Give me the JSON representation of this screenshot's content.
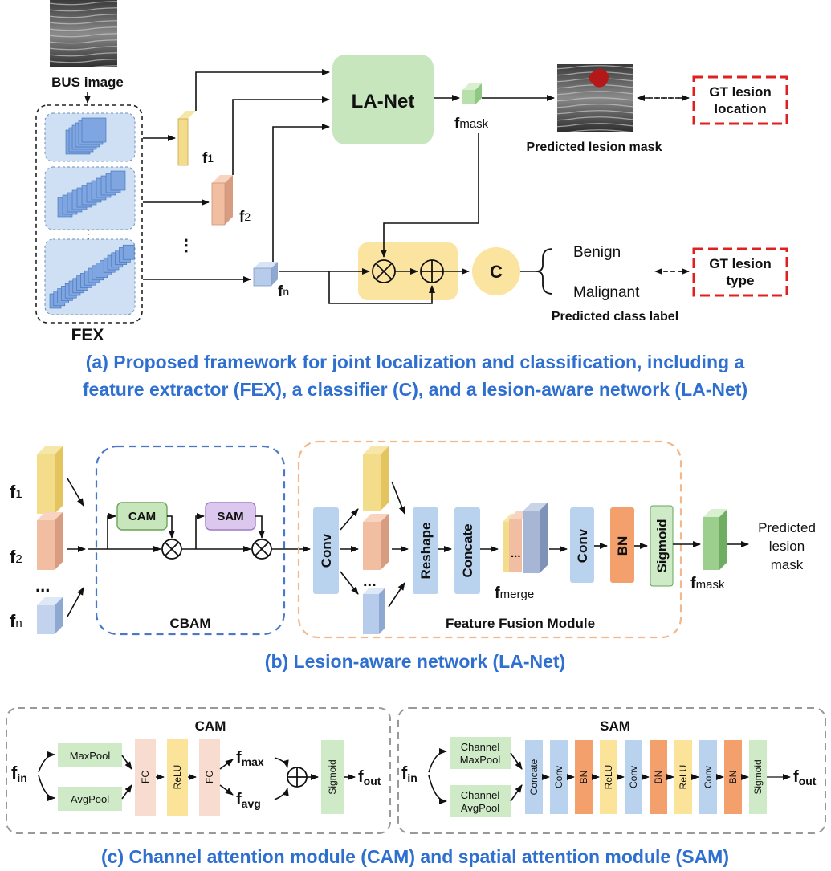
{
  "panel_a": {
    "bus_image_label": "BUS image",
    "fex_label": "FEX",
    "lanet_label": "LA-Net",
    "f1": "f",
    "f1_sub": "1",
    "f2": "f",
    "f2_sub": "2",
    "fn": "f",
    "fn_sub": "n",
    "fmask": "f",
    "fmask_sub": "mask",
    "dots": "⋮",
    "predicted_mask": "Predicted lesion mask",
    "gt_location_l1": "GT lesion",
    "gt_location_l2": "location",
    "classifier": "C",
    "benign": "Benign",
    "malignant": "Malignant",
    "predicted_class": "Predicted class label",
    "gt_type_l1": "GT lesion",
    "gt_type_l2": "type",
    "caption_l1": "(a) Proposed framework for joint localization and classification, including a",
    "caption_l2": "feature extractor (FEX), a classifier (C), and a lesion-aware network (LA-Net)"
  },
  "panel_b": {
    "f1": "f",
    "f1_sub": "1",
    "f2": "f",
    "f2_sub": "2",
    "fn": "f",
    "fn_sub": "n",
    "dots": "...",
    "cam": "CAM",
    "sam": "SAM",
    "cbam": "CBAM",
    "conv1": "Conv",
    "reshape": "Reshape",
    "concate": "Concate",
    "dots2": "...",
    "fmerge": "f",
    "fmerge_sub": "merge",
    "conv2": "Conv",
    "bn": "BN",
    "sigmoid": "Sigmoid",
    "fmask": "f",
    "fmask_sub": "mask",
    "pred_l1": "Predicted",
    "pred_l2": "lesion",
    "pred_l3": "mask",
    "ffm": "Feature Fusion Module",
    "caption": "(b) Lesion-aware network (LA-Net)"
  },
  "panel_c": {
    "cam_title": "CAM",
    "fin": "f",
    "fin_sub": "in",
    "maxpool": "MaxPool",
    "avgpool": "AvgPool",
    "fc1": "FC",
    "relu": "ReLU",
    "fc2": "FC",
    "fmax": "f",
    "fmax_sub": "max",
    "favg": "f",
    "favg_sub": "avg",
    "sigmoid": "Sigmoid",
    "fout": "f",
    "fout_sub": "out",
    "sam_title": "SAM",
    "fin2": "f",
    "fin2_sub": "in",
    "ch_max_l1": "Channel",
    "ch_max_l2": "MaxPool",
    "ch_avg_l1": "Channel",
    "ch_avg_l2": "AvgPool",
    "s_concate": "Concate",
    "s_conv1": "Conv",
    "s_bn1": "BN",
    "s_relu1": "ReLU",
    "s_conv2": "Conv",
    "s_bn2": "BN",
    "s_relu2": "ReLU",
    "s_conv3": "Conv",
    "s_bn3": "BN",
    "s_sigmoid": "Sigmoid",
    "fout2": "f",
    "fout2_sub": "out",
    "caption": "(c) Channel attention module (CAM) and spatial attention module (SAM)"
  },
  "colors": {
    "caption_blue": "#2f6fd0",
    "lanet_green": "#c8e6bd",
    "fusion_yellow": "#fbe3a0",
    "gt_red": "#e02020",
    "cbam_blue": "#4a78c8",
    "ffm_orange": "#f2b88a",
    "conv_blue": "#b9d3ee",
    "bn_orange": "#f4a06c",
    "sigmoid_green": "#cfeac7",
    "relu_yellow": "#fbe49a",
    "fc_pink": "#f8dcd0",
    "cam_green": "#c7e6bb",
    "sam_purple": "#dcc8ee"
  }
}
